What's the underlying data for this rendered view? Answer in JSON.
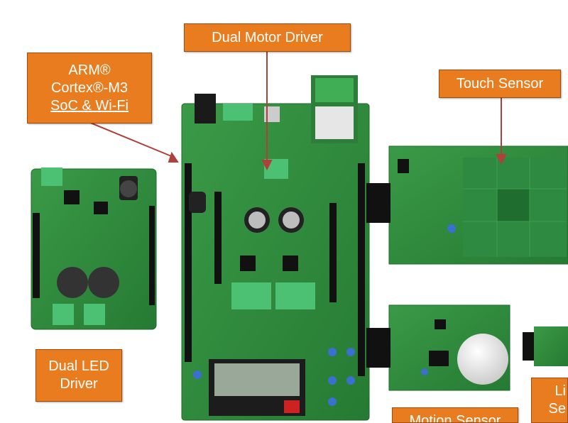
{
  "labels": {
    "dual_motor_driver": "Dual Motor Driver",
    "arm_line1": "ARM®",
    "arm_line2": "Cortex®-M3",
    "arm_line3": "SoC & Wi-Fi",
    "touch_sensor": "Touch Sensor",
    "dual_led_line1": "Dual LED",
    "dual_led_line2": "Driver",
    "motion_sensor": "Motion Sensor",
    "light_partial_line1": "Li",
    "light_partial_line2": "Se"
  },
  "colors": {
    "label_bg": "#e87c1e",
    "pcb_green": "#2f8a3c",
    "arrow": "#b0403a"
  }
}
